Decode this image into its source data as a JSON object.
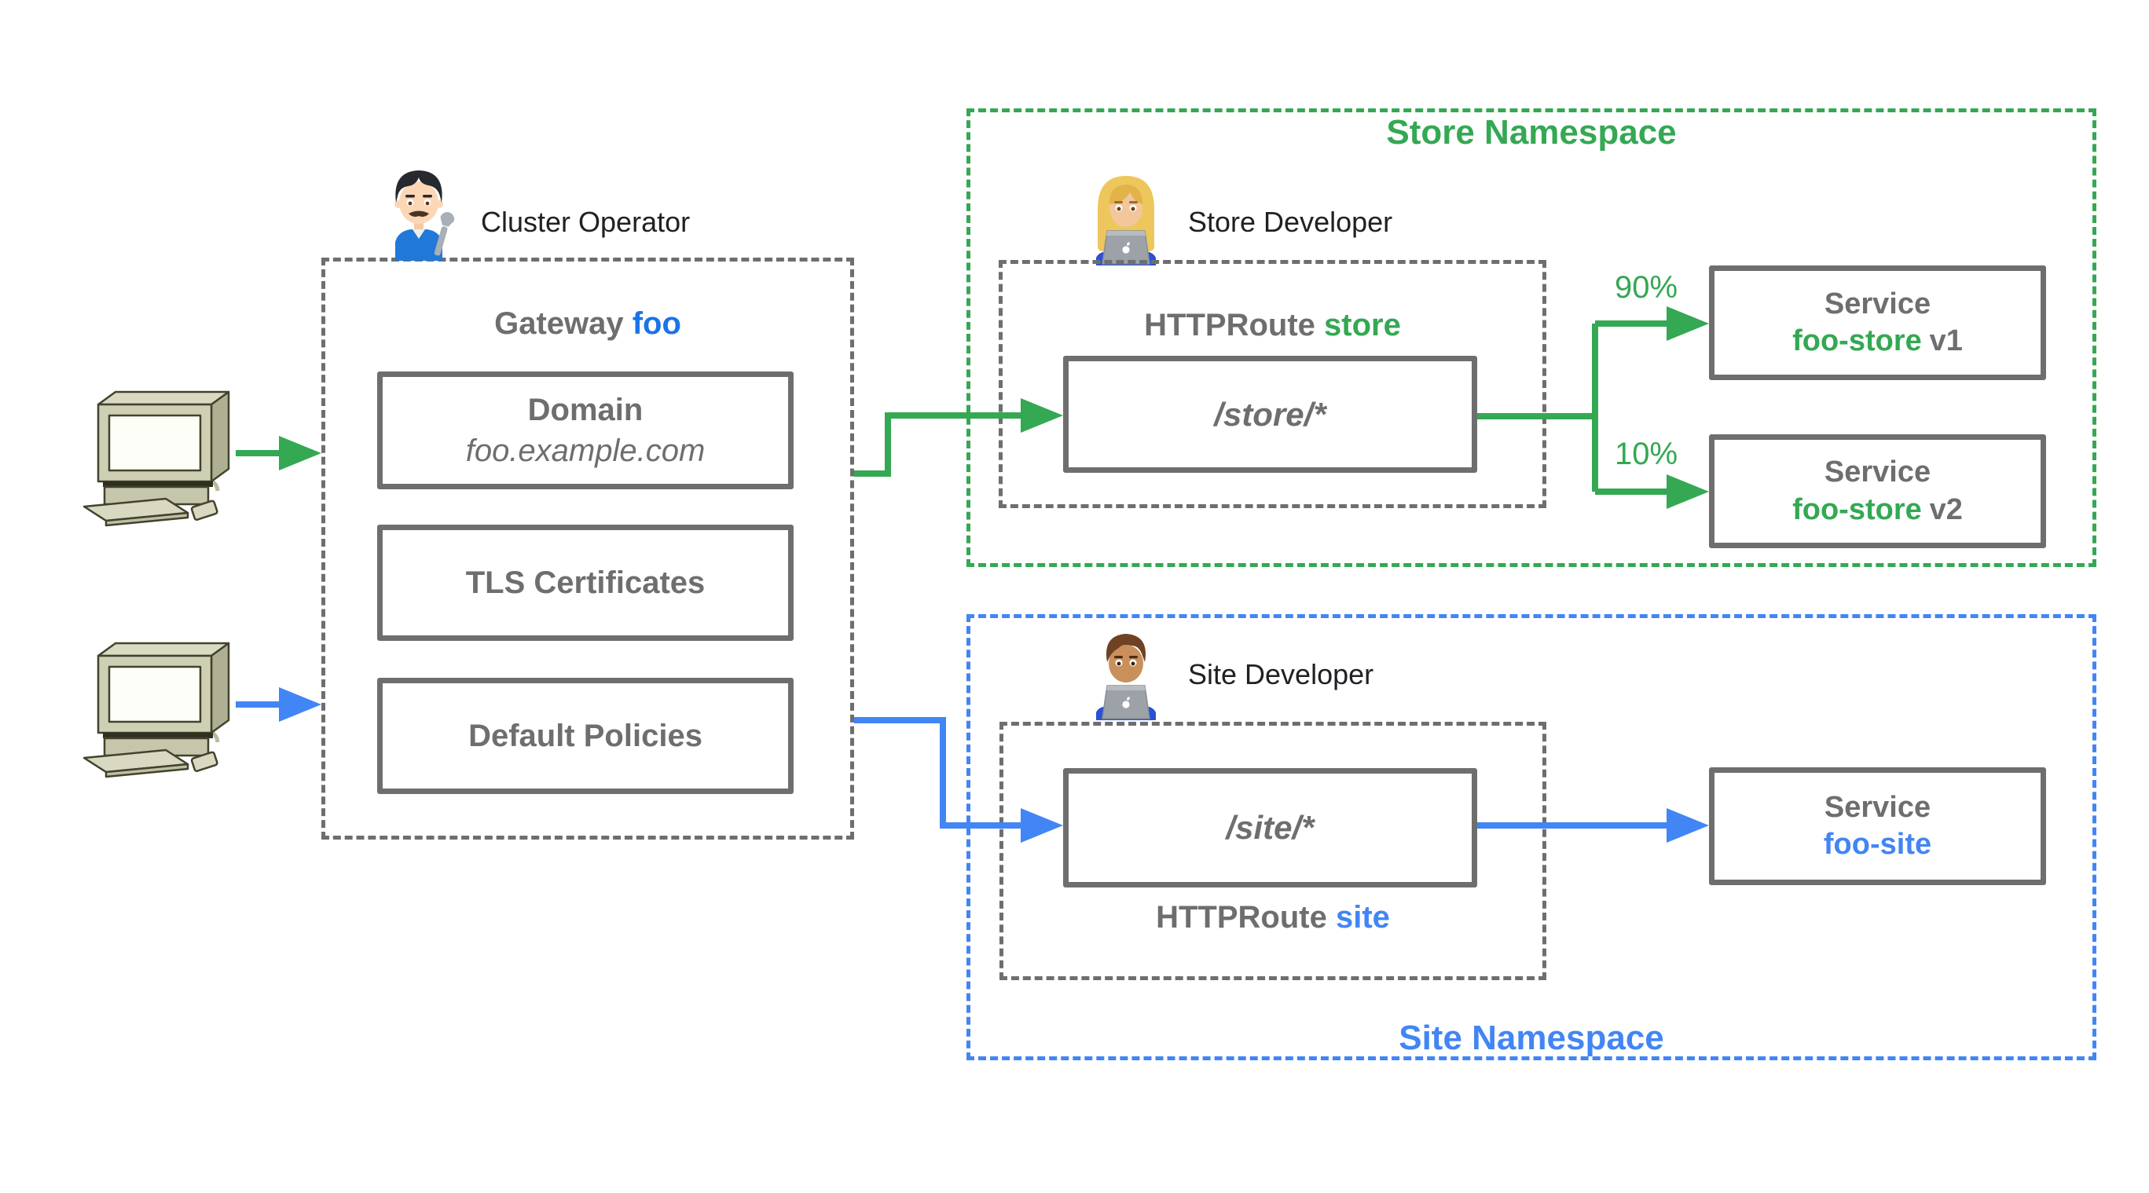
{
  "colors": {
    "green": "#34A853",
    "blue": "#4285F4",
    "blue_text": "#1A73E8",
    "gray": "#6E6E6E",
    "black": "#202124"
  },
  "clients": [
    {
      "icon": "desktop-computer-icon"
    },
    {
      "icon": "desktop-computer-icon"
    }
  ],
  "gateway": {
    "operator_icon": "man-mechanic-emoji",
    "operator_label": "Cluster Operator",
    "title": {
      "prefix": "Gateway ",
      "name": "foo"
    },
    "domain_box": {
      "title": "Domain",
      "value": "foo.example.com"
    },
    "tls_box": {
      "label": "TLS Certificates"
    },
    "policies_box": {
      "label": "Default Policies"
    }
  },
  "store_namespace": {
    "title": "Store Namespace",
    "developer_icon": "woman-technologist-emoji",
    "developer_label": "Store Developer",
    "httproute": {
      "prefix": "HTTPRoute ",
      "name": "store"
    },
    "route_path": "/store/*",
    "split": [
      {
        "weight": "90%",
        "service": "Service",
        "name": "foo-store",
        "version": "v1"
      },
      {
        "weight": "10%",
        "service": "Service",
        "name": "foo-store",
        "version": "v2"
      }
    ]
  },
  "site_namespace": {
    "title": "Site Namespace",
    "developer_icon": "man-technologist-emoji",
    "developer_label": "Site Developer",
    "httproute": {
      "prefix": "HTTPRoute ",
      "name": "site"
    },
    "route_path": "/site/*",
    "service": {
      "label": "Service",
      "name": "foo-site"
    }
  }
}
